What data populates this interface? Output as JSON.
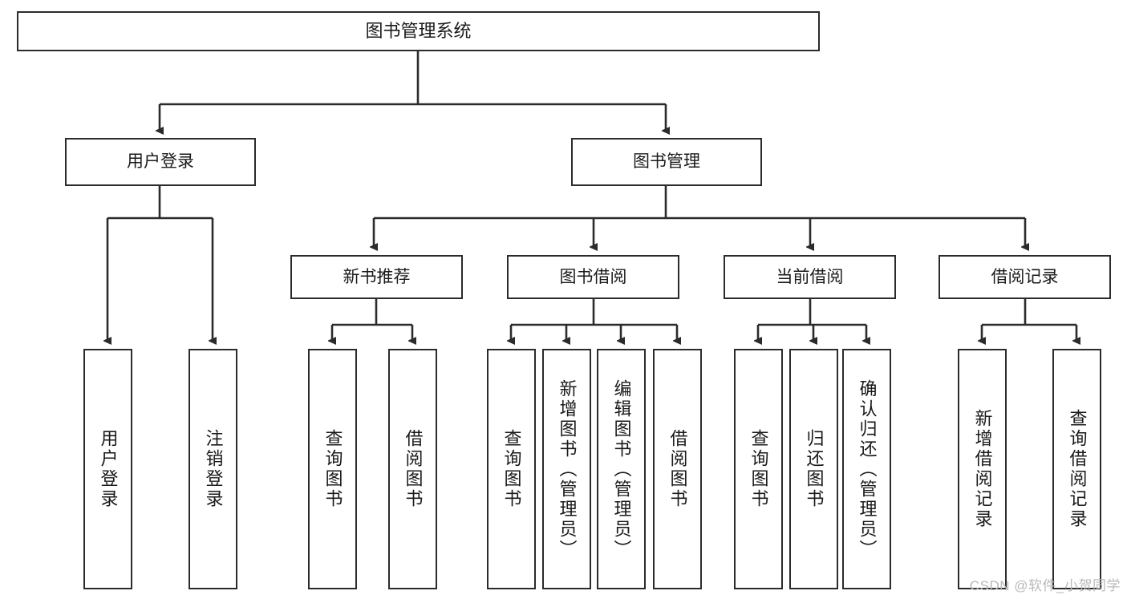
{
  "diagram": {
    "title": "图书管理系统",
    "type": "tree",
    "watermark": "CSDN @软件_小贺同学",
    "colors": {
      "stroke": "#2b2b2b",
      "fill": "#ffffff",
      "text": "#1a1a1a",
      "watermark": "#b9b9b9"
    },
    "levels": {
      "level1": [
        {
          "id": "root",
          "label": "图书管理系统"
        }
      ],
      "level2": [
        {
          "id": "user-login",
          "label": "用户登录"
        },
        {
          "id": "book-manage",
          "label": "图书管理"
        }
      ],
      "level3": [
        {
          "id": "new-book-rec",
          "label": "新书推荐"
        },
        {
          "id": "book-borrow",
          "label": "图书借阅"
        },
        {
          "id": "current-borrow",
          "label": "当前借阅"
        },
        {
          "id": "borrow-record",
          "label": "借阅记录"
        }
      ],
      "level4": [
        {
          "id": "leaf-user-login",
          "label": "用户登录",
          "parent": "user-login"
        },
        {
          "id": "leaf-logout",
          "label": "注销登录",
          "parent": "user-login"
        },
        {
          "id": "leaf-query-book-1",
          "label": "查询图书",
          "parent": "new-book-rec"
        },
        {
          "id": "leaf-borrow-book-1",
          "label": "借阅图书",
          "parent": "new-book-rec"
        },
        {
          "id": "leaf-query-book-2",
          "label": "查询图书",
          "parent": "book-borrow"
        },
        {
          "id": "leaf-add-book",
          "label": "新增图书（管理员）",
          "parent": "book-borrow"
        },
        {
          "id": "leaf-edit-book",
          "label": "编辑图书（管理员）",
          "parent": "book-borrow"
        },
        {
          "id": "leaf-borrow-book-2",
          "label": "借阅图书",
          "parent": "book-borrow"
        },
        {
          "id": "leaf-query-book-3",
          "label": "查询图书",
          "parent": "current-borrow"
        },
        {
          "id": "leaf-return-book",
          "label": "归还图书",
          "parent": "current-borrow"
        },
        {
          "id": "leaf-confirm-return",
          "label": "确认归还（管理员）",
          "parent": "current-borrow"
        },
        {
          "id": "leaf-add-record",
          "label": "新增借阅记录",
          "parent": "borrow-record"
        },
        {
          "id": "leaf-query-record",
          "label": "查询借阅记录",
          "parent": "borrow-record"
        }
      ]
    }
  }
}
